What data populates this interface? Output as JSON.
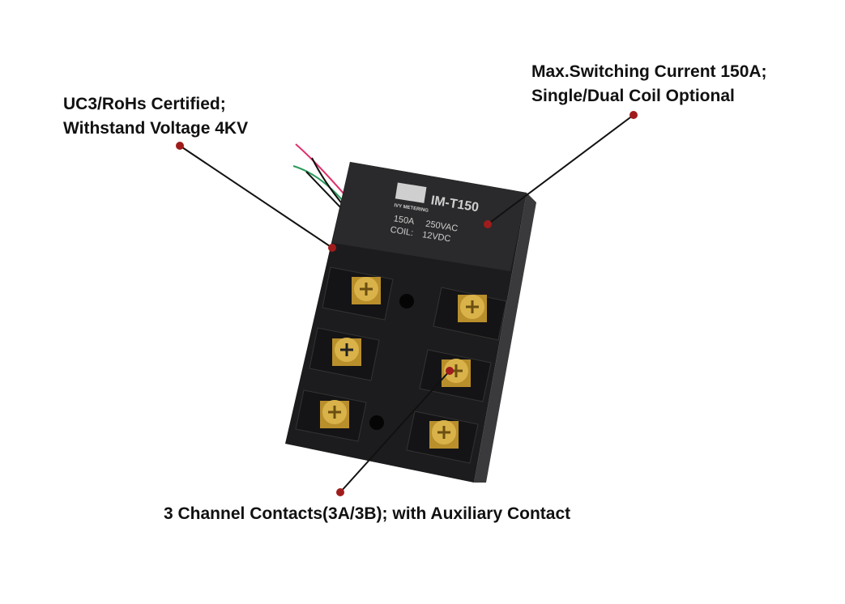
{
  "callouts": {
    "certification": {
      "line1": "UC3/RoHs Certified;",
      "line2": "Withstand Voltage 4KV"
    },
    "switching": {
      "line1": "Max.Switching Current 150A;",
      "line2": "Single/Dual Coil Optional"
    },
    "contacts": {
      "line1": "3 Channel Contacts(3A/3B); with Auxiliary Contact"
    }
  },
  "product_label": {
    "logo": "IVY METERING",
    "model": "IM-T150",
    "rating_current": "150A",
    "rating_voltage": "250VAC",
    "coil_label": "COIL:",
    "coil_voltage": "12VDC"
  },
  "colors": {
    "dot": "#a01c1c",
    "body": "#1c1c1e",
    "screw": "#c9a23a"
  }
}
